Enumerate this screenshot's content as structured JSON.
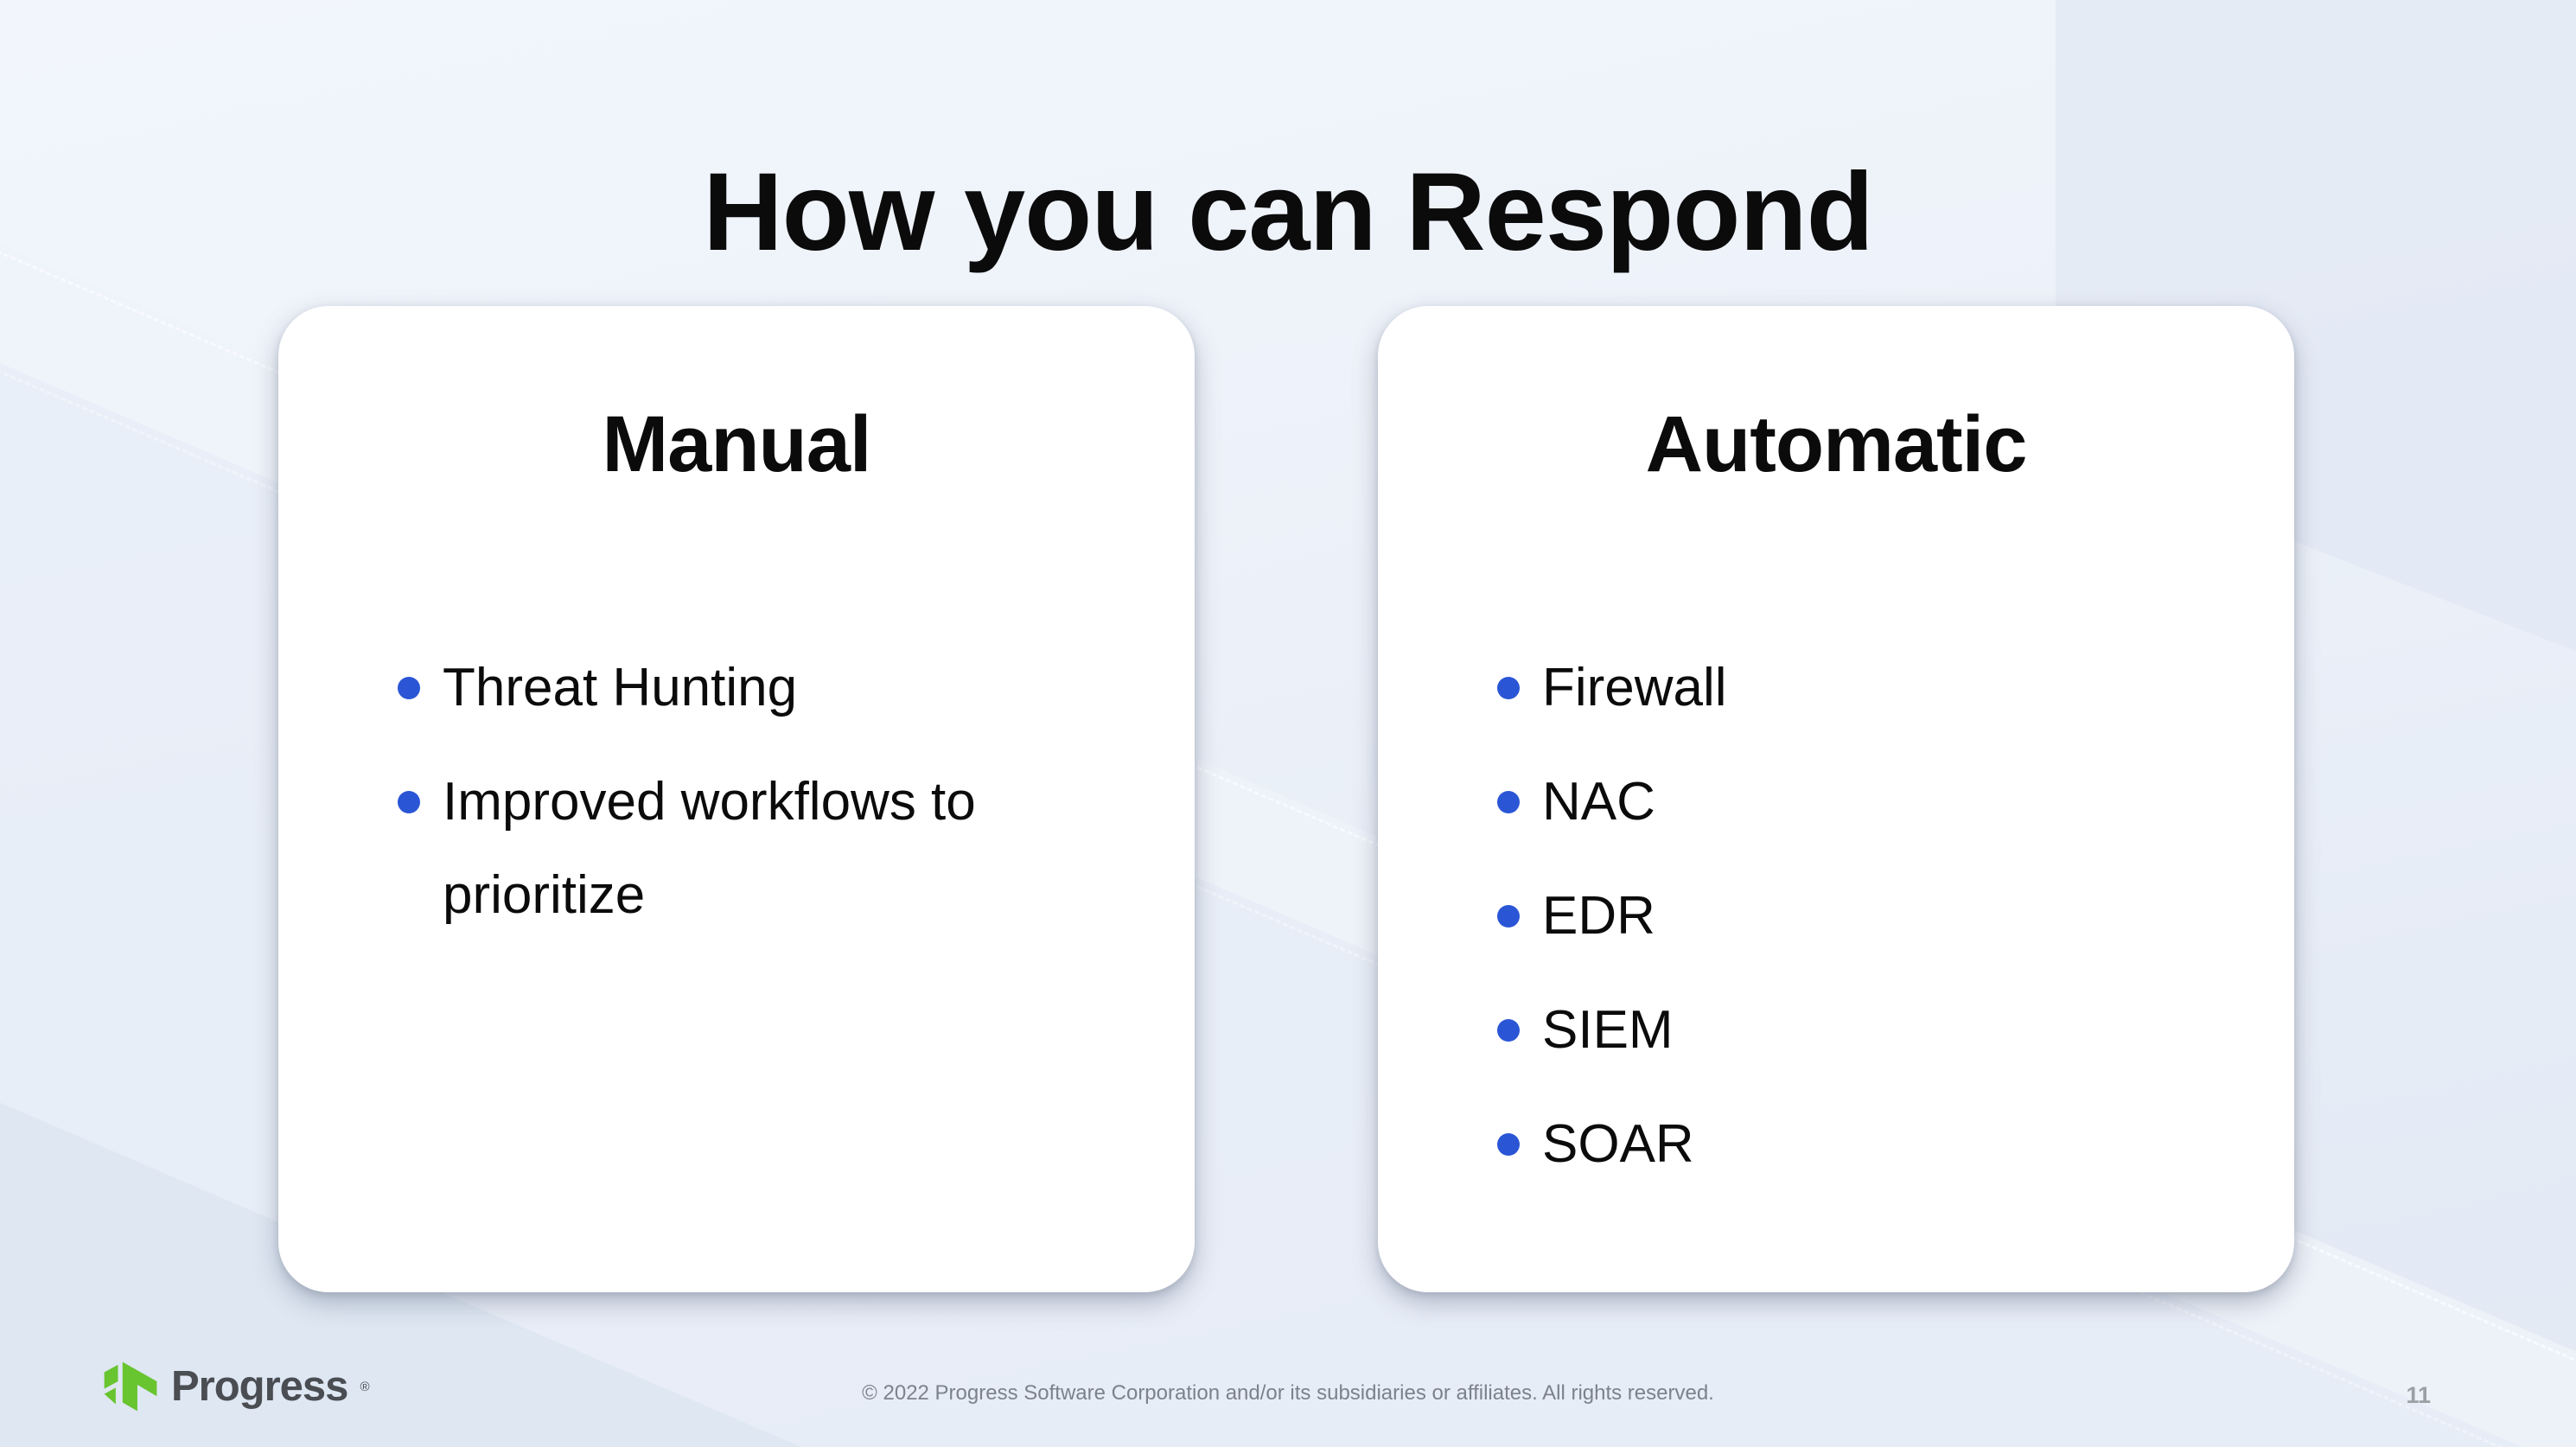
{
  "slide": {
    "title": "How you can Respond",
    "page_number": "11",
    "copyright": "© 2022 Progress Software Corporation and/or its subsidiaries or affiliates. All rights reserved.",
    "logo": {
      "text": "Progress",
      "registered_mark": "®"
    }
  },
  "cards": [
    {
      "title": "Manual",
      "bullets": [
        "Threat Hunting",
        "Improved workflows to prioritize"
      ]
    },
    {
      "title": "Automatic",
      "bullets": [
        "Firewall",
        "NAC",
        "EDR",
        "SIEM",
        "SOAR"
      ]
    }
  ],
  "colors": {
    "bullet_blue": "#2a56d6",
    "logo_green": "#68c42f",
    "logo_text_gray": "#4a4d52",
    "footer_gray": "#7c828b",
    "page_number_gray": "#9ba0a7",
    "text_black": "#0b0b0c",
    "card_white": "#ffffff"
  }
}
